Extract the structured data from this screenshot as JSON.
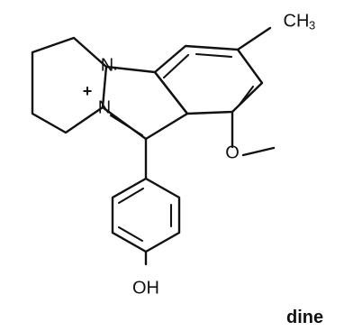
{
  "molecule": {
    "labels": {
      "n1": "N",
      "n1_dot": ".",
      "n2": "N",
      "plus": "+",
      "methyl_main": "CH",
      "methyl_sub": "3",
      "methoxy_o": "O",
      "hydroxyl": "OH"
    },
    "caption": "dine"
  }
}
